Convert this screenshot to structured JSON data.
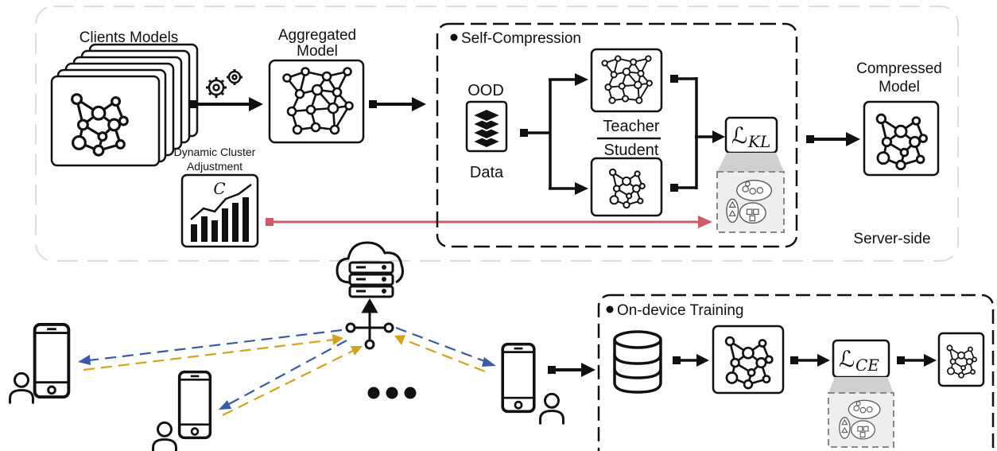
{
  "server": {
    "clients_models_label": "Clients Models",
    "aggregated_model_label_line1": "Aggregated",
    "aggregated_model_label_line2": "Model",
    "dynamic_cluster_line1": "Dynamic Cluster",
    "dynamic_cluster_line2": "Adjustment",
    "cluster_symbol": "C",
    "server_side_label": "Server-side",
    "compressed_model_line1": "Compressed",
    "compressed_model_line2": "Model"
  },
  "self_compression": {
    "title": "Self-Compression",
    "ood_label": "OOD",
    "data_label": "Data",
    "teacher_label": "Teacher",
    "student_label": "Student",
    "loss_symbol": "ℒ",
    "loss_subscript": "KL"
  },
  "on_device": {
    "title": "On-device Training",
    "loss_symbol": "ℒ",
    "loss_subscript": "CE"
  },
  "colors": {
    "stroke": "#111111",
    "download_arrow": "#3a5aa8",
    "upload_arrow": "#d4a31d",
    "cluster_arrow": "#cc5c66",
    "panel_border": "#dddddd",
    "inset_fill": "#eeeeee"
  },
  "icons": [
    "gears-icon",
    "network-icon",
    "layers-icon",
    "database-icon",
    "cloud-server-icon",
    "smartphone-icon",
    "user-icon",
    "bar-chart-icon"
  ]
}
